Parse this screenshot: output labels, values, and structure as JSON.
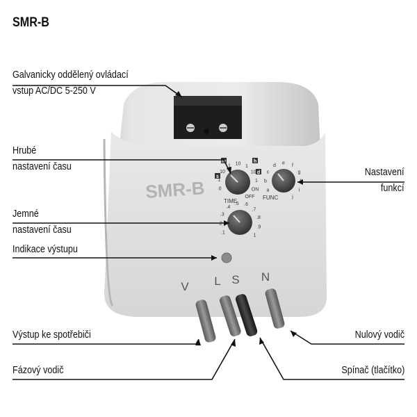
{
  "title": "SMR-B",
  "device": {
    "model_text": "SMR-B",
    "dial_time": {
      "label": "TIME",
      "range_marks": [
        "s",
        "m",
        "h",
        "d"
      ],
      "scale": [
        "0",
        "1",
        "10",
        "1",
        "10",
        "1",
        "10",
        "1",
        "ON",
        "OFF"
      ]
    },
    "dial_func": {
      "label": "FUNC",
      "scale": [
        "a",
        "b",
        "c",
        "d",
        "e",
        "f",
        "g",
        "h",
        "i",
        "j"
      ]
    },
    "dial_fine": {
      "scale": [
        ".1",
        ".2",
        ".3",
        ".4",
        ".5",
        ".6",
        ".7",
        ".8",
        ".9",
        "1"
      ]
    },
    "wire_letters": [
      "V",
      "L",
      "S",
      "N"
    ]
  },
  "labels": {
    "input_line1": "Galvanicky oddělený ovládací",
    "input_line2": "vstup AC/DC 5-250 V",
    "coarse_line1": "Hrubé",
    "coarse_line2": "nastavení času",
    "fine_line1": "Jemné",
    "fine_line2": "nastavení času",
    "output_indication": "Indikace výstupu",
    "function_line1": "Nastavení",
    "function_line2": "funkcí",
    "output_to_load": "Výstup ke spotřebiči",
    "phase_wire": "Fázový vodič",
    "neutral_wire": "Nulový vodič",
    "switch_button": "Spínač (tlačítko)"
  }
}
